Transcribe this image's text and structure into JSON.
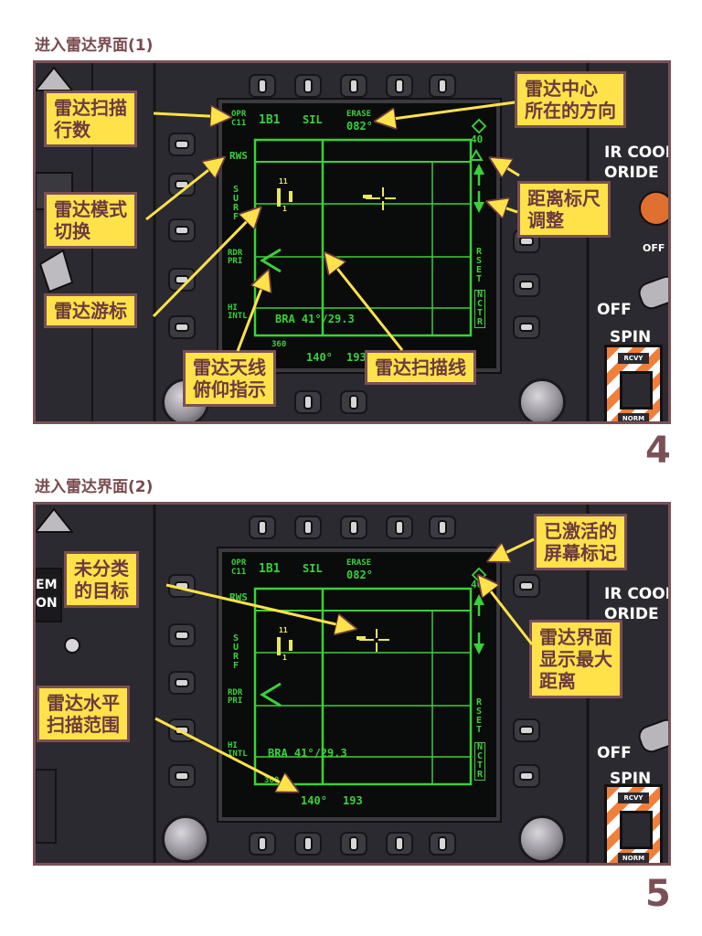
{
  "panel1": {
    "title": "进入雷达界面(1)",
    "step": "4",
    "screen": {
      "top_left": [
        "OPR",
        "C11"
      ],
      "mode_top": "1B1",
      "sil": "SIL",
      "erase": "ERASE",
      "heading": "082°",
      "range_value": "40",
      "rws": "RWS",
      "surf": "SURF",
      "rdr_pri": "RDR PRI",
      "hi_intl": "HI INTL",
      "target_num_top": "11",
      "target_num_bottom": "1",
      "bra": "BRA 41°/29.3",
      "rset": "RSET",
      "nctr": "NCTR",
      "bottom_left": "360",
      "az": "140°",
      "az2": "193"
    },
    "callouts": {
      "scan_rows": "雷达扫描\n行数",
      "center_dir": "雷达中心\n所在的方向",
      "mode_switch": "雷达模式\n切换",
      "range_scale": "距离标尺\n调整",
      "cursor": "雷达游标",
      "antenna": "雷达天线\n俯仰指示",
      "scan_line": "雷达扫描线"
    },
    "switch_labels": {
      "ir_cool": "IR COOL",
      "oride": "ORIDE",
      "off": "OFF",
      "off2": "OFF",
      "spin": "SPIN",
      "rcvy": "RCVY",
      "norm": "NORM"
    }
  },
  "panel2": {
    "title": "进入雷达界面(2)",
    "step": "5",
    "screen": {
      "top_left": [
        "OPR",
        "C11"
      ],
      "mode_top": "1B1",
      "sil": "SIL",
      "erase": "ERASE",
      "heading": "082°",
      "range_value": "40",
      "rws": "RWS",
      "surf": "SURF",
      "rdr_pri": "RDR PRI",
      "hi_intl": "HI INTL",
      "target_num_top": "11",
      "target_num_bottom": "1",
      "bra": "BRA 41°/29.3",
      "rset": "RSET",
      "nctr": "NCTR",
      "bottom_left": "360",
      "az": "140°",
      "az2": "193"
    },
    "callouts": {
      "active_mark": "已激活的\n屏幕标记",
      "unclassified": "未分类\n的目标",
      "max_range": "雷达界面\n显示最大\n距离",
      "horizontal_scan": "雷达水平\n扫描范围"
    },
    "side_labels": {
      "em": "EM",
      "on": "ON"
    },
    "switch_labels": {
      "ir_cool": "IR COOL",
      "oride": "ORIDE",
      "off": "OFF",
      "spin": "SPIN",
      "rcvy": "RCVY",
      "norm": "NORM"
    }
  }
}
